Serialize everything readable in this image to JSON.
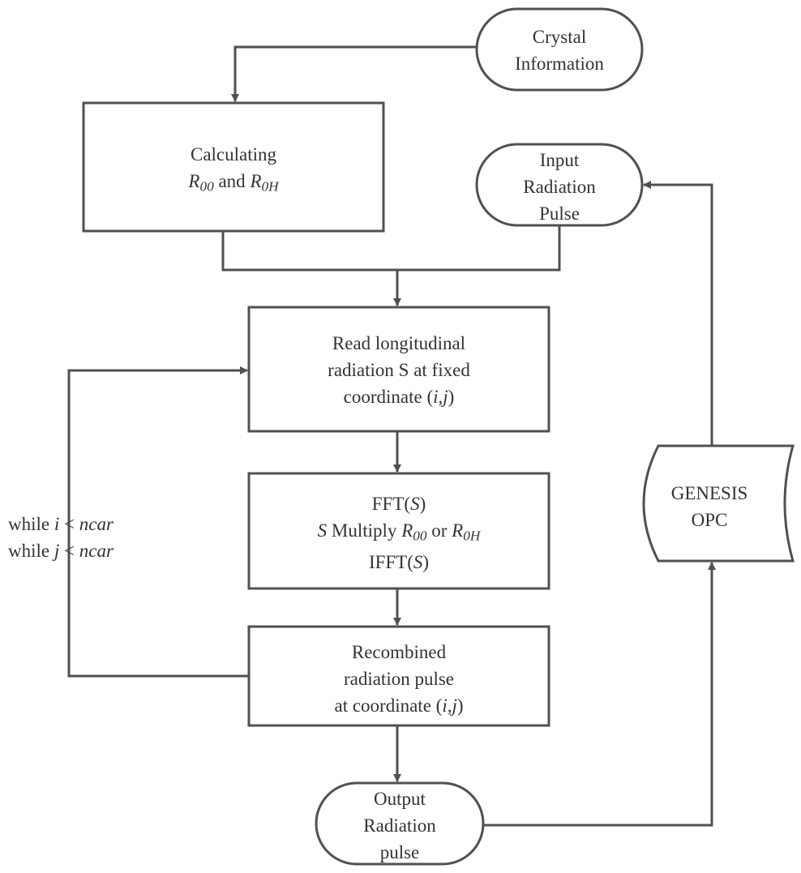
{
  "nodes": {
    "crystal_info": {
      "line1": "Crystal",
      "line2": "Information"
    },
    "calculating": {
      "line1": "Calculating",
      "r00": "R",
      "r00_sub": "00",
      "and": "and",
      "r0h": "R",
      "r0h_sub": "0H"
    },
    "input_pulse": {
      "line1": "Input",
      "line2": "Radiation",
      "line3": "Pulse"
    },
    "read_radiation": {
      "line1": "Read longitudinal",
      "line2": "radiation S at fixed",
      "line3_a": "coordinate (",
      "line3_b": "i,j",
      "line3_c": ")"
    },
    "fft": {
      "line1_a": "FFT(",
      "line1_b": "S",
      "line1_c": ")",
      "line2_s": "S",
      "line2_mult": "Multiply",
      "r00": "R",
      "r00_sub": "00",
      "or": "or",
      "r0h": "R",
      "r0h_sub": "0H",
      "line3_a": "IFFT(",
      "line3_b": "S",
      "line3_c": ")"
    },
    "recombined": {
      "line1": "Recombined",
      "line2": "radiation pulse",
      "line3_a": "at coordinate (",
      "line3_b": "i,j",
      "line3_c": ")"
    },
    "output_pulse": {
      "line1": "Output",
      "line2": "Radiation",
      "line3": "pulse"
    },
    "genesis": {
      "line1": "GENESIS",
      "line2": "OPC"
    }
  },
  "loop_label": {
    "line1_a": "while",
    "line1_i": "i",
    "line1_lt": "<",
    "line1_n": "ncar",
    "line2_a": "while",
    "line2_j": "j",
    "line2_lt": "<",
    "line2_n": "ncar"
  },
  "colors": {
    "stroke": "#505050",
    "text": "#333333"
  }
}
